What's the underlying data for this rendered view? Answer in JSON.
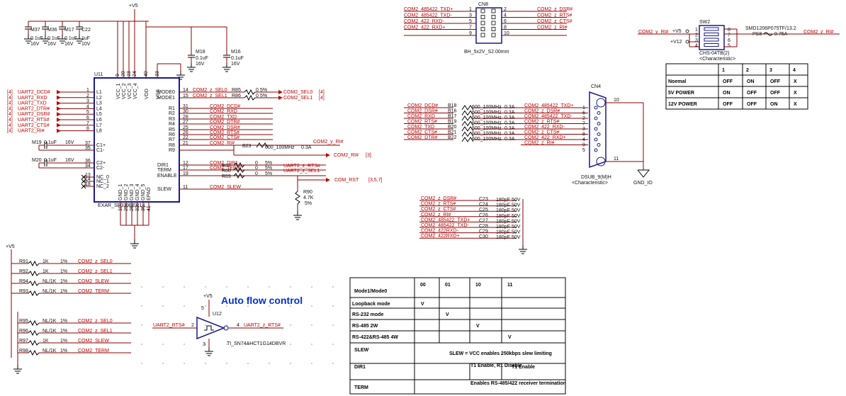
{
  "power": {
    "v5": "+V5",
    "v12": "+V12",
    "gnd_io": "GND_IO"
  },
  "caps_top": [
    {
      "ref": "M37",
      "val": "0.1uF",
      "volt": "16V"
    },
    {
      "ref": "M36",
      "val": "0.1uF",
      "volt": "16V"
    },
    {
      "ref": "M17",
      "val": "0.1uF",
      "volt": "16V"
    },
    {
      "ref": "C22",
      "val": "1uF",
      "volt": "10V"
    }
  ],
  "caps_mid": [
    {
      "ref": "M18",
      "val": "0.1uF",
      "volt": "16V"
    },
    {
      "ref": "M16",
      "val": "0.1uF",
      "volt": "16V"
    }
  ],
  "u11": {
    "ref": "U11",
    "part": "EXAR_SP339EER1-L",
    "top_pins": [
      {
        "num": "9",
        "name": "VCC_1"
      },
      {
        "num": "20",
        "name": "VCC_2"
      },
      {
        "num": "23",
        "name": "VCC_3"
      },
      {
        "num": "24",
        "name": "VCC_4"
      },
      {
        "num": "40",
        "name": "VDD"
      },
      {
        "num": "33",
        "name": "VSS"
      }
    ],
    "left_pins": [
      {
        "num": "1",
        "name": "L1",
        "net": "UART2_DCD#",
        "sheet": "[4]"
      },
      {
        "num": "2",
        "name": "L2",
        "net": "UART2_RXD",
        "sheet": "[4]"
      },
      {
        "num": "3",
        "name": "L3",
        "net": "UART2_TXD",
        "sheet": "[4]"
      },
      {
        "num": "4",
        "name": "L4",
        "net": "UART2_DTR#",
        "sheet": "[4]"
      },
      {
        "num": "5",
        "name": "L5",
        "net": "UART2_DSR#",
        "sheet": "[4]"
      },
      {
        "num": "6",
        "name": "L6",
        "net": "UART2_RTS#",
        "sheet": "[4]"
      },
      {
        "num": "7",
        "name": "L7",
        "net": "UART2_CTS#",
        "sheet": "[4]"
      },
      {
        "num": "8",
        "name": "L8",
        "net": "UART2_RI#",
        "sheet": "[4]"
      }
    ],
    "left_extra": [
      {
        "num": "37",
        "name": "C1+"
      },
      {
        "num": "35",
        "name": "C1-"
      },
      {
        "num": "36",
        "name": "C2+"
      },
      {
        "num": "34",
        "name": "C2-"
      },
      {
        "num": "13",
        "name": "NC_0"
      },
      {
        "num": "14",
        "name": "NC_1"
      },
      {
        "num": "18",
        "name": "NC_2"
      }
    ],
    "right_pins": [
      {
        "num": "14",
        "name": "MODE0",
        "net": "COM2_z_SEL0"
      },
      {
        "num": "15",
        "name": "MODE1",
        "net": "COM2_z_SEL1"
      },
      {
        "num": "31",
        "name": "R1",
        "net": "COM2_DCD#"
      },
      {
        "num": "30",
        "name": "R2",
        "net": "COM2_RXD"
      },
      {
        "num": "28",
        "name": "R3",
        "net": "COM2_TXD"
      },
      {
        "num": "27",
        "name": "R4",
        "net": "COM2_DTR#"
      },
      {
        "num": "25",
        "name": "R5",
        "net": "COM2_DSR#"
      },
      {
        "num": "26",
        "name": "R6",
        "net": "COM2_RTS#"
      },
      {
        "num": "22",
        "name": "R7",
        "net": "COM2_CTS#"
      },
      {
        "num": "21",
        "name": "R8",
        "net": "COM2_RI#"
      },
      {
        "num": "12",
        "name": "DIR1",
        "net": "COM2_DIR1"
      },
      {
        "num": "17",
        "name": "TERM",
        "net": "COM2_TERM"
      },
      {
        "num": "19",
        "name": "ENABLE",
        "net": ""
      },
      {
        "num": "11",
        "name": "SLEW",
        "net": "COM2_SLEW"
      }
    ],
    "bottom_pins": [
      {
        "num": "10",
        "name": "GND_1"
      },
      {
        "num": "29",
        "name": "GND_2"
      },
      {
        "num": "26",
        "name": "GND_3"
      },
      {
        "num": "32",
        "name": "GND_4"
      },
      {
        "num": "36",
        "name": "GND_5"
      },
      {
        "num": "41",
        "name": "EPAD"
      }
    ],
    "r9": "R9"
  },
  "mode_res": [
    {
      "ref": "R85",
      "val": "0",
      "tol": "5%",
      "net": "COM2_SEL0",
      "sheet": "[4]"
    },
    {
      "ref": "R86",
      "val": "0",
      "tol": "5%",
      "net": "COM2_SEL1",
      "sheet": "[4]"
    }
  ],
  "pump_caps": [
    {
      "ref": "M19",
      "val": "0.1uF",
      "volt": "16V"
    },
    {
      "ref": "M20",
      "val": "0.1uF",
      "volt": "16V"
    }
  ],
  "b23": {
    "ref": "B23",
    "val": "600_100MHz",
    "cur": "0.3A",
    "net": "COM2_y_RI#"
  },
  "ri_out": {
    "net": "COM2_RI#",
    "sheet": "[3]"
  },
  "dir_res": [
    {
      "ref": "R87",
      "val": "0",
      "tol": "5%",
      "net": "UART2_z_RTS#"
    },
    {
      "ref": "R88",
      "val": "0",
      "tol": "5%",
      "net": "UART2_z_SEL1"
    },
    {
      "ref": "R89",
      "val": "0",
      "tol": "5%",
      "net": "COM_RST",
      "sheet": "[3,5,7]"
    }
  ],
  "r90": {
    "ref": "R90",
    "val": "4.7K",
    "tol": "5%"
  },
  "sel_res": [
    {
      "ref": "R91",
      "val": "1K",
      "tol": "1%",
      "net": "COM2_z_SEL0"
    },
    {
      "ref": "R92",
      "val": "1K",
      "tol": "1%",
      "net": "COM2_z_SEL1"
    },
    {
      "ref": "R94",
      "val": "NL/1K",
      "tol": "1%",
      "net": "COM2_SLEW"
    },
    {
      "ref": "R93",
      "val": "NL/1K",
      "tol": "1%",
      "net": "COM2_TERM"
    }
  ],
  "sel_res2": [
    {
      "ref": "R95",
      "val": "NL/1K",
      "tol": "1%",
      "net": "COM2_z_SEL0"
    },
    {
      "ref": "R96",
      "val": "NL/1K",
      "tol": "1%",
      "net": "COM2_z_SEL1"
    },
    {
      "ref": "R97",
      "val": "1K",
      "tol": "1%",
      "net": "COM2_SLEW"
    },
    {
      "ref": "R98",
      "val": "NL/1K",
      "tol": "1%",
      "net": "COM2_TERM"
    }
  ],
  "auto_flow": {
    "title": "Auto flow control",
    "ref": "U12",
    "part": "TI_SN74AHCT1G14DBVR",
    "in": "UART2_RTS#",
    "out": "UART2_z_RTS#",
    "pin_in": "2",
    "pin_out": "4",
    "pin_vcc": "5",
    "pin_gnd": "3"
  },
  "cn8": {
    "ref": "CN8",
    "part": "BH_5x2V_S2.00mm",
    "rows": [
      {
        "l": "COM2_485422_TXD+",
        "lp": "1",
        "rp": "2",
        "r": "COM2_z_DSR#"
      },
      {
        "l": "COM2_485422_TXD-",
        "lp": "3",
        "rp": "4",
        "r": "COM2_z_RTS#"
      },
      {
        "l": "COM2_422_RXD-",
        "lp": "5",
        "rp": "6",
        "r": "COM2_z_CTS#"
      },
      {
        "l": "COM2_422_RXD+",
        "lp": "7",
        "rp": "8",
        "r": "COM2_z_RI#"
      },
      {
        "l": "",
        "lp": "9",
        "rp": "10",
        "r": ""
      }
    ]
  },
  "beads": [
    {
      "l": "COM2_DCD#",
      "ref": "B18",
      "val": "600_100MHz",
      "cur": "0.3A",
      "r": "COM2_485422_TXD+"
    },
    {
      "l": "COM2_DSR#",
      "ref": "B16",
      "val": "600_100MHz",
      "cur": "0.3A",
      "r": "COM2_z_DSR#"
    },
    {
      "l": "COM2_RXD",
      "ref": "B17",
      "val": "600_100MHz",
      "cur": "0.3A",
      "r": "COM2_485422_TXD-"
    },
    {
      "l": "COM2_RTS#",
      "ref": "B19",
      "val": "600_100MHz",
      "cur": "0.3A",
      "r": "COM2_z_RTS#"
    },
    {
      "l": "COM2_TXD",
      "ref": "B20",
      "val": "600_100MHz",
      "cur": "0.3A",
      "r": "COM2_422_RXD-"
    },
    {
      "l": "COM2_CTS#",
      "ref": "B21",
      "val": "600_100MHz",
      "cur": "0.3A",
      "r": "COM2_z_CTS#"
    },
    {
      "l": "COM2_DTR#",
      "ref": "B22",
      "val": "600_100MHz",
      "cur": "0.3A",
      "r": "COM2_422_RXD+"
    },
    {
      "l": "",
      "ref": "",
      "val": "",
      "cur": "",
      "r": "COM2_z_RI#"
    }
  ],
  "cn4": {
    "ref": "CN4",
    "part": "DSUB_9(M)H",
    "note": "<Characteristic>",
    "pins": [
      "1",
      "6",
      "2",
      "7",
      "3",
      "8",
      "4",
      "9",
      "5"
    ],
    "pin10": "10",
    "pin11": "11"
  },
  "sw2": {
    "ref": "SW2",
    "part": "CHS-04TB(2)",
    "note": "<Characteristic>",
    "in": "COM2_y_RI#",
    "pins_l": [
      "1",
      "2",
      "3",
      "4"
    ],
    "pins_r": [
      "8",
      "7",
      "6",
      "5"
    ],
    "v5": "+V5",
    "v12": "+V12",
    "fuse_ref": "PS8",
    "fuse_part": "SMD1206P075TF/13.2",
    "fuse_val": "0.75A",
    "out": "COM2_z_RI#"
  },
  "sw_table": {
    "headers": [
      "",
      "1",
      "2",
      "3",
      "4"
    ],
    "rows": [
      [
        "Noemal",
        "OFF",
        "ON",
        "OFF",
        "X"
      ],
      [
        "5V POWER",
        "ON",
        "OFF",
        "OFF",
        "X"
      ],
      [
        "12V POWER",
        "OFF",
        "OFF",
        "ON",
        "X"
      ]
    ]
  },
  "filter_caps": [
    {
      "net": "COM2_z_DSR#",
      "ref": "C23",
      "val": "180pF",
      "volt": "50V"
    },
    {
      "net": "COM2_z_RTS#",
      "ref": "C24",
      "val": "180pF",
      "volt": "50V"
    },
    {
      "net": "COM2_z_CTS#",
      "ref": "C25",
      "val": "180pF",
      "volt": "50V"
    },
    {
      "net": "COM2_z_RI#",
      "ref": "C26",
      "val": "180pF",
      "volt": "50V"
    },
    {
      "net": "COM2_485422_TXD+",
      "ref": "C27",
      "val": "180pF",
      "volt": "50V"
    },
    {
      "net": "COM2_485422_TXD-",
      "ref": "C28",
      "val": "180pF",
      "volt": "50V"
    },
    {
      "net": "COM2_422RXD-",
      "ref": "C29",
      "val": "180pF",
      "volt": "50V"
    },
    {
      "net": "COM2_422RXD+",
      "ref": "C30",
      "val": "180pF",
      "volt": "50V"
    }
  ],
  "mode_table": {
    "headers": [
      "Mode1/Mode0",
      "00",
      "01",
      "10",
      "11"
    ],
    "rows": [
      [
        "Loopback mode",
        "V",
        "",
        "",
        ""
      ],
      [
        "RS-232 mode",
        "",
        "V",
        "",
        ""
      ],
      [
        "RS-485 2W",
        "",
        "",
        "V",
        ""
      ],
      [
        "RS-422&RS-485 4W",
        "",
        "",
        "",
        "V"
      ]
    ],
    "slew_label": "SLEW",
    "slew_text": "SLEW = VCC enables 250kbps slew limiting",
    "dir_label": "DIR1",
    "dir_10": "T1 Enable, R1 Disable",
    "dir_11": "T1 Enable",
    "term_label": "TERM",
    "term_text": "Enables RS-485/422 receiver termination"
  }
}
